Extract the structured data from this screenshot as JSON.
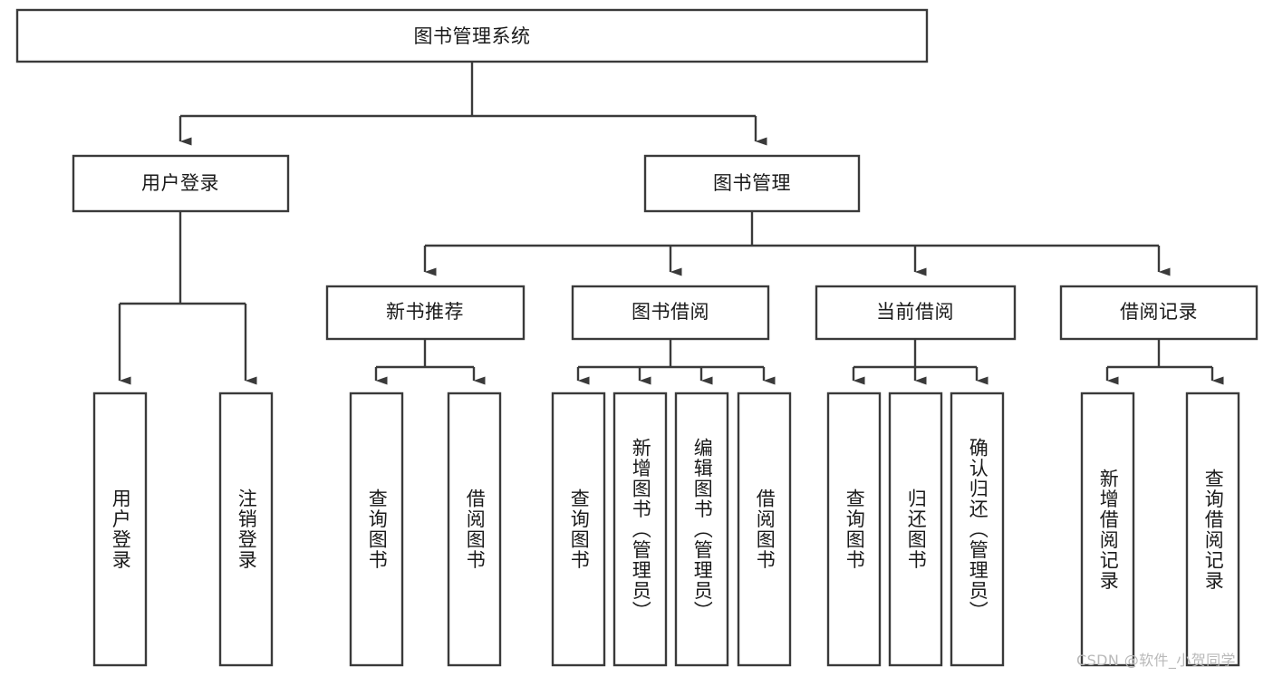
{
  "diagram": {
    "type": "tree-hierarchy",
    "title": "图书管理系统",
    "orientation": "top-down",
    "root": {
      "label": "图书管理系统",
      "level": 1
    },
    "level2": [
      {
        "label": "用户登录"
      },
      {
        "label": "图书管理"
      }
    ],
    "level3": [
      {
        "label": "新书推荐",
        "parent": "图书管理"
      },
      {
        "label": "图书借阅",
        "parent": "图书管理"
      },
      {
        "label": "当前借阅",
        "parent": "图书管理"
      },
      {
        "label": "借阅记录",
        "parent": "图书管理"
      }
    ],
    "leaves": {
      "user_login": [
        {
          "label": "用户登录"
        },
        {
          "label": "注销登录"
        }
      ],
      "new_book_recommend": [
        {
          "label": "查询图书"
        },
        {
          "label": "借阅图书"
        }
      ],
      "book_borrow": [
        {
          "label": "查询图书"
        },
        {
          "label": "新增图书（管理员）"
        },
        {
          "label": "编辑图书（管理员）"
        },
        {
          "label": "借阅图书"
        }
      ],
      "current_borrow": [
        {
          "label": "查询图书"
        },
        {
          "label": "归还图书"
        },
        {
          "label": "确认归还（管理员）"
        }
      ],
      "borrow_record": [
        {
          "label": "新增借阅记录"
        },
        {
          "label": "查询借阅记录"
        }
      ]
    }
  },
  "watermark": {
    "text": "CSDN @软件_小贺同学"
  },
  "colors": {
    "background": "#ffffff",
    "box_fill": "#ffffff",
    "box_stroke": "#3a3a3a",
    "text": "#1a1a1a",
    "watermark": "#b9b9b9"
  }
}
